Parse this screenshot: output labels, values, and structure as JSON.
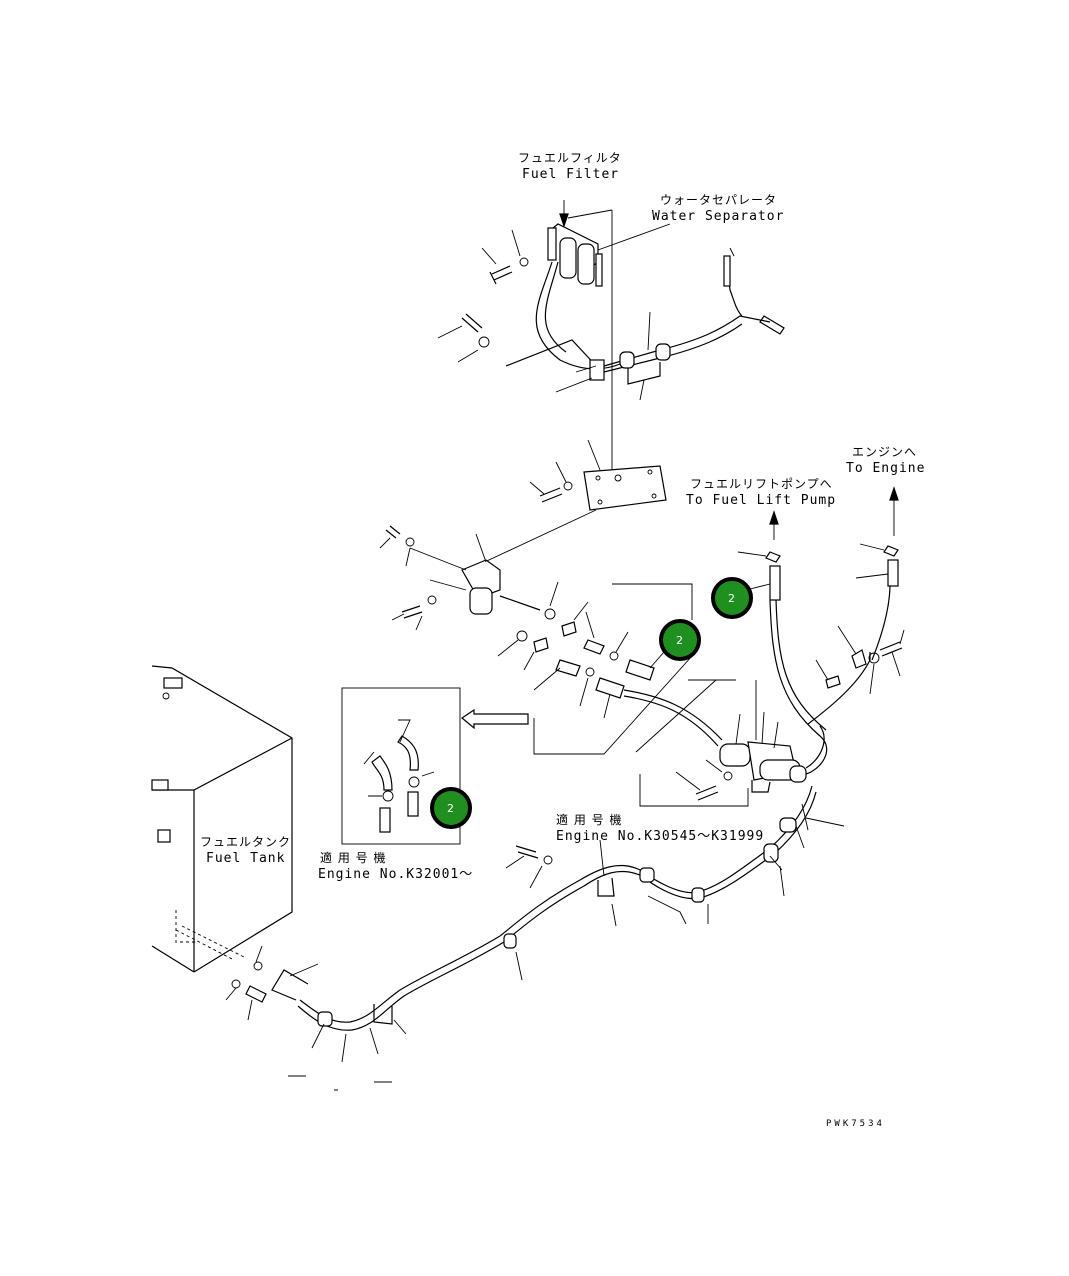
{
  "labels": {
    "fuel_filter_jp": "フュエルフィルタ",
    "fuel_filter_en": "Fuel Filter",
    "water_separator_jp": "ウォータセパレータ",
    "water_separator_en": "Water Separator",
    "to_engine_jp": "エンジンへ",
    "to_engine_en": "To Engine",
    "to_fuel_lift_pump_jp": "フュエルリフトポンプへ",
    "to_fuel_lift_pump_en": "To Fuel Lift Pump",
    "fuel_tank_jp": "フュエルタンク",
    "fuel_tank_en": "Fuel Tank",
    "applicable_1_jp": "適 用 号 機",
    "applicable_1_en": "Engine No.K30545～K31999",
    "applicable_2_jp": "適 用 号 機",
    "applicable_2_en": "Engine No.K32001～",
    "drawing_code": "PWK7534"
  },
  "badges": [
    {
      "text": "2"
    },
    {
      "text": "2"
    },
    {
      "text": "2"
    }
  ]
}
